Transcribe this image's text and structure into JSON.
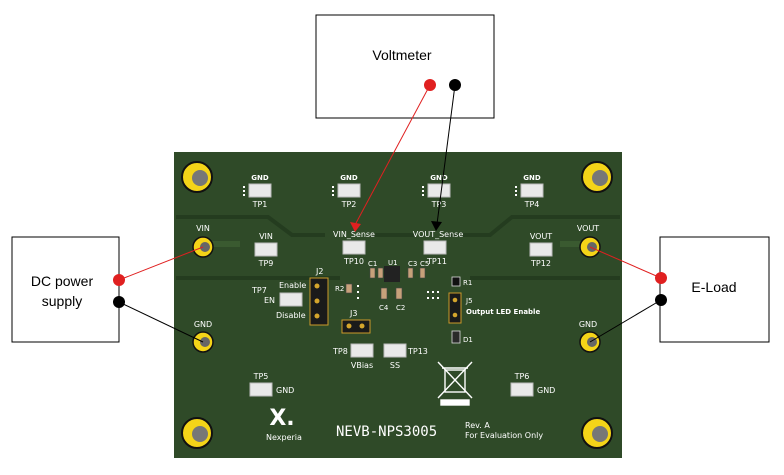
{
  "instruments": {
    "voltmeter": "Voltmeter",
    "dc_supply_line1": "DC power",
    "dc_supply_line2": "supply",
    "eload": "E-Load"
  },
  "board": {
    "title": "NEVB-NPS3005",
    "rev": "Rev. A",
    "eval_note": "For Evaluation Only",
    "brand": "Nexperia",
    "logo": "X."
  },
  "pads": {
    "gnd": "GND",
    "vin": "VIN",
    "vout": "VOUT",
    "vin_sense": "VIN_Sense",
    "vout_sense": "VOUT_Sense",
    "vbias": "VBias",
    "ss": "SS",
    "tp1": "TP1",
    "tp2": "TP2",
    "tp3": "TP3",
    "tp4": "TP4",
    "tp5": "TP5",
    "tp6": "TP6",
    "tp7": "TP7",
    "tp8": "TP8",
    "tp9": "TP9",
    "tp10": "TP10",
    "tp11": "TP11",
    "tp12": "TP12",
    "tp13": "TP13",
    "en": "EN"
  },
  "components": {
    "j2": "J2",
    "j3": "J3",
    "j5": "J5",
    "enable": "Enable",
    "disable": "Disable",
    "output_led_enable": "Output LED Enable",
    "u1": "U1",
    "c1": "C1",
    "c2": "C2",
    "c3": "C3",
    "c4": "C4",
    "c5": "C5",
    "r1": "R1",
    "r2": "R2",
    "d1": "D1"
  },
  "colors": {
    "board": "#2f4a28",
    "wire_red": "#e02020",
    "wire_black": "#000000",
    "gold": "#f4d418"
  }
}
